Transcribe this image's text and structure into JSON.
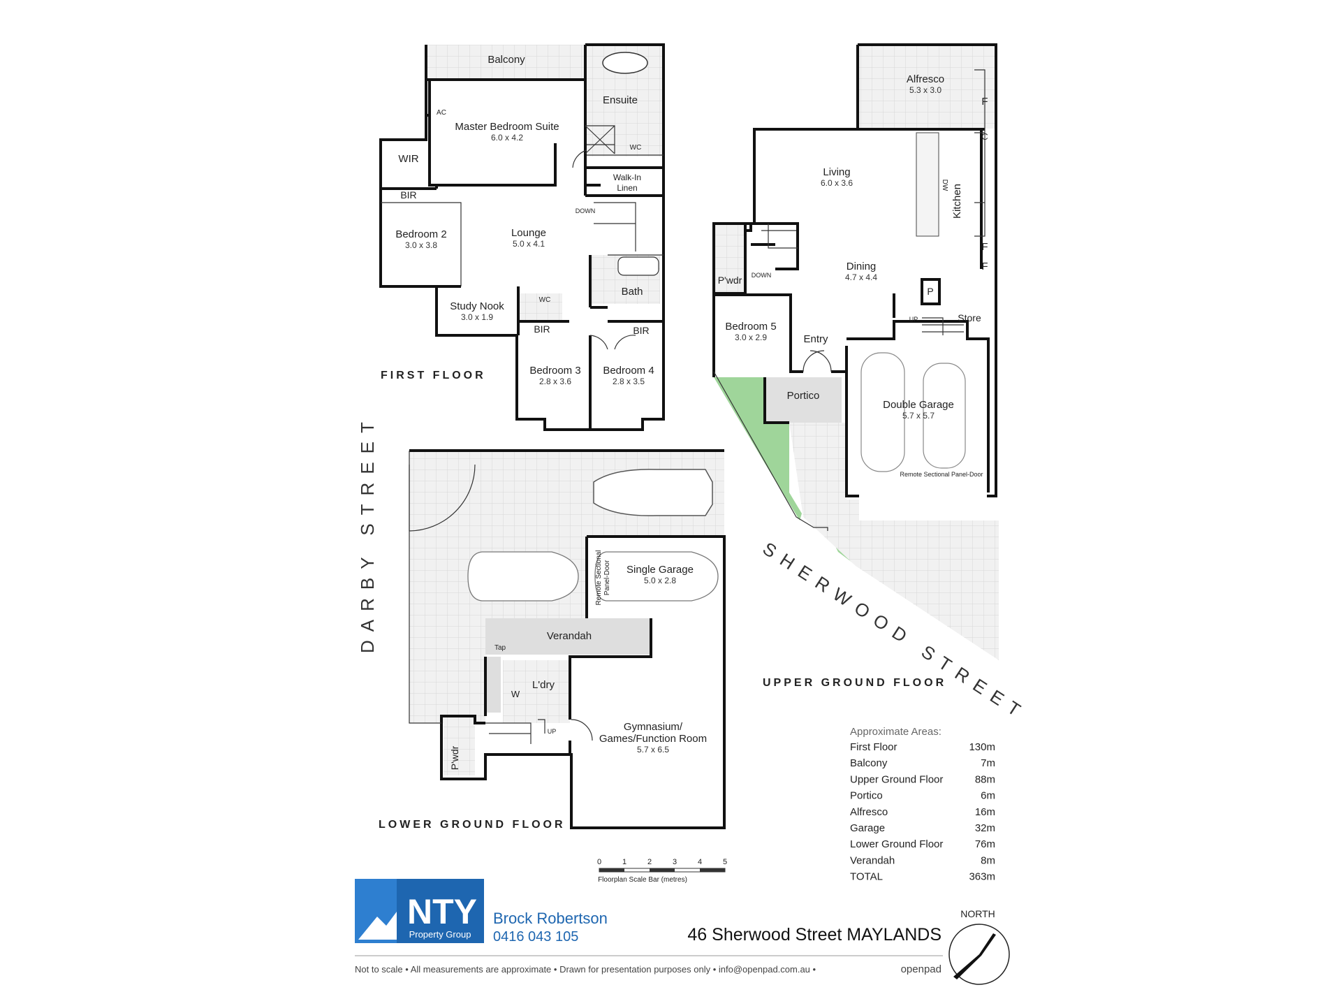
{
  "streets": {
    "darby": "DARBY STREET",
    "sherwood": "SHERWOOD STREET"
  },
  "floors": {
    "first": "FIRST FLOOR",
    "upper": "UPPER GROUND FLOOR",
    "lower": "LOWER GROUND FLOOR"
  },
  "rooms": {
    "balcony": "Balcony",
    "ensuite": "Ensuite",
    "master": "Master Bedroom Suite",
    "master_dim": "6.0 x 4.2",
    "ac": "AC",
    "wir": "WIR",
    "wc1": "WC",
    "walkin1": "Walk-In",
    "walkin2": "Linen",
    "bir1": "BIR",
    "down1": "DOWN",
    "bedroom2": "Bedroom 2",
    "bedroom2_dim": "3.0 x 3.8",
    "lounge": "Lounge",
    "lounge_dim": "5.0 x 4.1",
    "bath": "Bath",
    "study": "Study Nook",
    "study_dim": "3.0 x 1.9",
    "wc2": "WC",
    "bir2": "BIR",
    "bir3": "BIR",
    "bedroom3": "Bedroom 3",
    "bedroom3_dim": "2.8 x 3.6",
    "bedroom4": "Bedroom 4",
    "bedroom4_dim": "2.8 x 3.5",
    "alfresco": "Alfresco",
    "alfresco_dim": "5.3 x 3.0",
    "living": "Living",
    "living_dim": "6.0 x 3.6",
    "kitchen": "Kitchen",
    "dw": "DW",
    "f": "F",
    "c": "C",
    "p": "P",
    "pwdr1": "P'wdr",
    "down2": "DOWN",
    "dining": "Dining",
    "dining_dim": "4.7 x 4.4",
    "up1": "UP",
    "store": "Store",
    "bedroom5": "Bedroom 5",
    "bedroom5_dim": "3.0 x 2.9",
    "entry": "Entry",
    "portico": "Portico",
    "dgarage": "Double Garage",
    "dgarage_dim": "5.7 x 5.7",
    "remote1": "Remote Sectional Panel-Door",
    "sgarage": "Single Garage",
    "sgarage_dim": "5.0 x 2.8",
    "remote2a": "Remote Sectional",
    "remote2b": "Panel-Door",
    "verandah": "Verandah",
    "tap": "Tap",
    "ldry": "L'dry",
    "w": "W",
    "up2": "UP",
    "pwdr2": "P'wdr",
    "gym1": "Gymnasium/",
    "gym2": "Games/Function Room",
    "gym_dim": "5.7 x 6.5"
  },
  "areas": {
    "heading": "Approximate Areas:",
    "rows": [
      {
        "label": "First Floor",
        "value": "130m"
      },
      {
        "label": "Balcony",
        "value": "7m"
      },
      {
        "label": "Upper Ground Floor",
        "value": "88m"
      },
      {
        "label": "Portico",
        "value": "6m"
      },
      {
        "label": "Alfresco",
        "value": "16m"
      },
      {
        "label": "Garage",
        "value": "32m"
      },
      {
        "label": "Lower Ground Floor",
        "value": "76m"
      },
      {
        "label": "Verandah",
        "value": "8m"
      },
      {
        "label": "TOTAL",
        "value": "363m"
      }
    ]
  },
  "scale": {
    "ticks": [
      "0",
      "1",
      "2",
      "3",
      "4",
      "5"
    ],
    "caption": "Floorplan Scale Bar (metres)"
  },
  "brand": {
    "logo": "NTY",
    "group": "Property Group",
    "agent_name": "Brock Robertson",
    "agent_phone": "0416 043 105",
    "colors": {
      "brand": "#1e66b0",
      "landscape": "#9fd59a",
      "tile_line": "#d6d6d6",
      "wall": "#111111"
    }
  },
  "address": "46 Sherwood Street MAYLANDS",
  "north": "NORTH",
  "footer": "Not to scale  •  All measurements are approximate  •  Drawn for presentation purposes only  •  info@openpad.com.au  •",
  "openpad": "openpad"
}
